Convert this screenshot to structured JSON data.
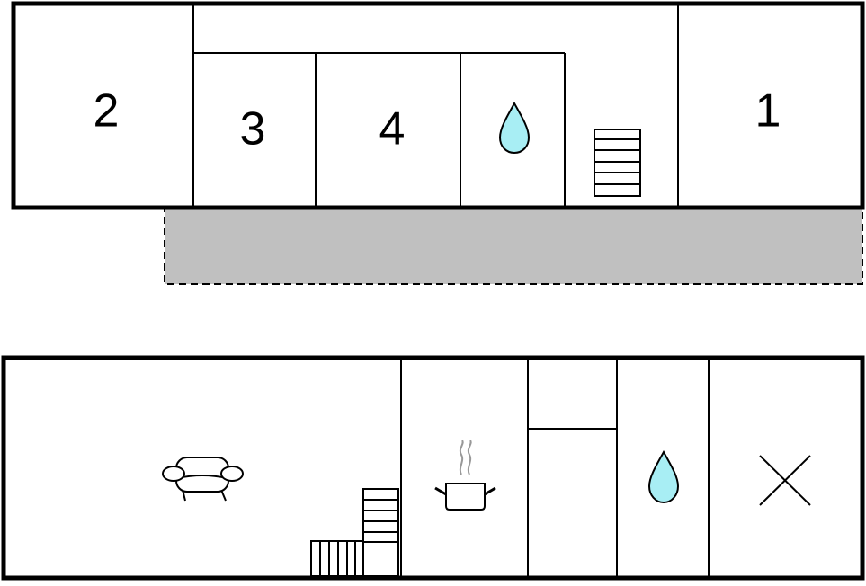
{
  "floors": [
    {
      "name": "upper-floor",
      "rooms": [
        {
          "label": "2"
        },
        {
          "label": "3"
        },
        {
          "label": "4"
        },
        {
          "label": "1"
        }
      ],
      "icons": [
        "bathroom-icon",
        "stairs-icon"
      ]
    },
    {
      "name": "ground-floor",
      "icons": [
        "sofa-icon",
        "stairs-icon",
        "cooking-pot-icon",
        "bathroom-icon",
        "bedroom-cross-icon"
      ]
    }
  ],
  "colors": {
    "walls": "#000000",
    "terrace": "#c0c0c0",
    "water": "#a8eef4"
  }
}
